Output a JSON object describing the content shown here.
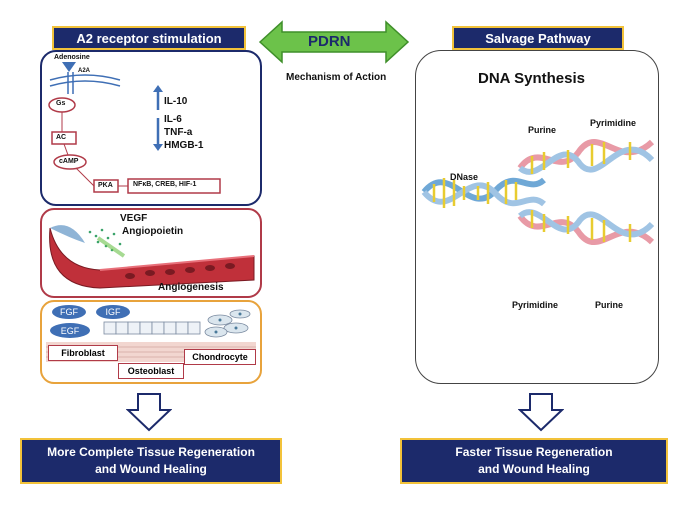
{
  "header": {
    "left_title": "A2 receptor stimulation",
    "center_title": "PDRN",
    "center_subtitle": "Mechanism of Action",
    "right_title": "Salvage Pathway"
  },
  "pathway": {
    "adenosine": "Adenosine",
    "receptor": "A2A",
    "gs": "Gs",
    "ac": "AC",
    "camp": "cAMP",
    "pka": "PKA",
    "transcription": "NFκB, CREB, HIF-1",
    "cytokines_up": [
      "IL-10"
    ],
    "cytokines_down": [
      "IL-6",
      "TNF-a",
      "HMGB-1"
    ]
  },
  "angiogenesis": {
    "vegf": "VEGF",
    "angiopoietin": "Angiopoietin",
    "label": "Angiogenesis"
  },
  "tissue": {
    "fgf": "FGF",
    "igf": "IGF",
    "egf": "EGF",
    "fibroblast": "Fibroblast",
    "osteoblast": "Osteoblast",
    "chondrocyte": "Chondrocyte"
  },
  "dna": {
    "title": "DNA Synthesis",
    "dnase": "DNase",
    "purine_top": "Purine",
    "pyrimidine_top": "Pyrimidine",
    "pyrimidine_bottom": "Pyrimidine",
    "purine_bottom": "Purine"
  },
  "outcomes": {
    "left_line1": "More Complete Tissue Regeneration",
    "left_line2": "and Wound Healing",
    "right_line1": "Faster Tissue Regeneration",
    "right_line2": "and Wound Healing"
  },
  "colors": {
    "navy": "#1c2a6b",
    "gold_border": "#f2c23a",
    "green_arrow": "#6cc24a",
    "panel_blue_border": "#1c2a6b",
    "panel_red_border": "#b03a48",
    "panel_orange_border": "#e8a33c"
  }
}
